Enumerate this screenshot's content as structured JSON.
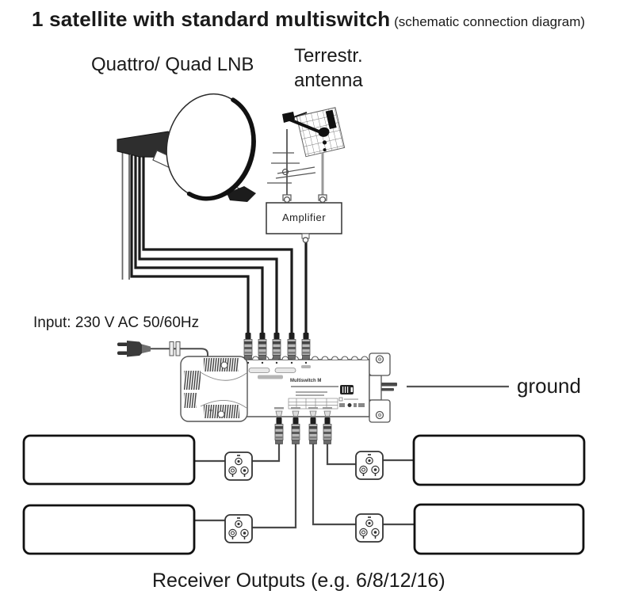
{
  "title": {
    "main": "1 satellite with standard multiswitch",
    "note": " (schematic connection diagram)"
  },
  "labels": {
    "lnb": "Quattro/ Quad LNB",
    "terrestrial": {
      "line1": "Terrestr.",
      "line2": "antenna"
    },
    "amplifier": "Amplifier",
    "power_input": "Input: 230 V AC 50/60Hz",
    "ground": "ground",
    "receiver_outputs": "Receiver Outputs (e.g. 6/8/12/16)",
    "multiswitch_print": "Multiswitch M"
  },
  "components": [
    "satellite-dish",
    "vhf-antenna",
    "uhf-grid-antenna",
    "amplifier-box",
    "coax-cables",
    "power-plug",
    "multiswitch-unit",
    "ground-terminal",
    "wall-socket",
    "receiver-box"
  ],
  "counts": {
    "sat-inputs": 4,
    "terrestrial-inputs": 1,
    "outputs-shown": 4,
    "receivers-shown": 4,
    "wall-sockets-shown": 4
  },
  "colors": {
    "ink": "#1a1a1a",
    "wire": "#4a4a4a",
    "cable": "#1b1b1b",
    "background": "#ffffff"
  }
}
